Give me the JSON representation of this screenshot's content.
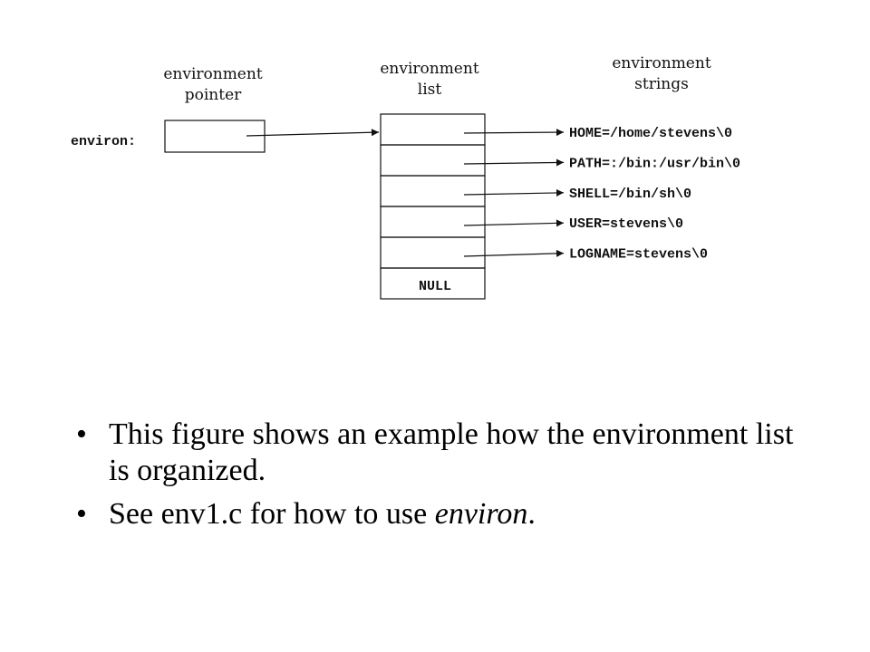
{
  "diagram": {
    "header_pointer_line1": "environment",
    "header_pointer_line2": "pointer",
    "header_list_line1": "environment",
    "header_list_line2": "list",
    "header_strings_line1": "environment",
    "header_strings_line2": "strings",
    "variable_label": "environ:",
    "null_label": "NULL",
    "strings": [
      "HOME=/home/stevens\\0",
      "PATH=:/bin:/usr/bin\\0",
      "SHELL=/bin/sh\\0",
      "USER=stevens\\0",
      "LOGNAME=stevens\\0"
    ]
  },
  "bullets": {
    "marker": "•",
    "item1": "This figure shows an example how the environment list is organized.",
    "item2_prefix": "See env1.c for how to use ",
    "item2_emphasis": "environ",
    "item2_suffix": "."
  }
}
